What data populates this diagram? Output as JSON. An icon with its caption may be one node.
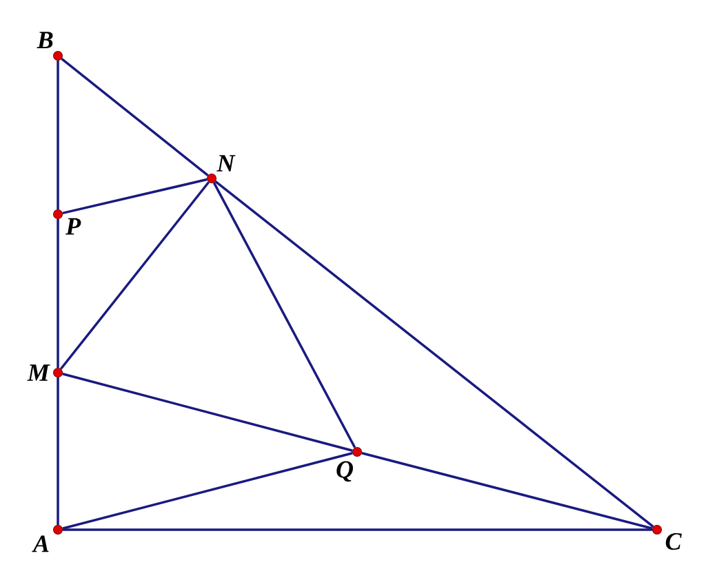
{
  "diagram": {
    "nodes": [
      {
        "text": [
          "B"
        ]
      },
      {
        "text": [
          "N"
        ]
      },
      {
        "text": [
          "P"
        ]
      },
      {
        "text": [
          "M"
        ]
      },
      {
        "text": [
          "Q"
        ]
      },
      {
        "text": [
          "A"
        ]
      },
      {
        "text": [
          "C"
        ]
      }
    ],
    "edges": [
      {
        "from": 0,
        "to": 2,
        "arrow": "none"
      },
      {
        "from": 2,
        "to": 3,
        "arrow": "none"
      },
      {
        "from": 3,
        "to": 5,
        "arrow": "none"
      },
      {
        "from": 0,
        "to": 1,
        "arrow": "none"
      },
      {
        "from": 1,
        "to": 6,
        "arrow": "none"
      },
      {
        "from": 5,
        "to": 6,
        "arrow": "none"
      },
      {
        "from": 2,
        "to": 1,
        "arrow": "none"
      },
      {
        "from": 3,
        "to": 1,
        "arrow": "none"
      },
      {
        "from": 1,
        "to": 4,
        "arrow": "none"
      },
      {
        "from": 3,
        "to": 4,
        "arrow": "none"
      },
      {
        "from": 4,
        "to": 6,
        "arrow": "none"
      },
      {
        "from": 5,
        "to": 4,
        "arrow": "none"
      }
    ]
  }
}
